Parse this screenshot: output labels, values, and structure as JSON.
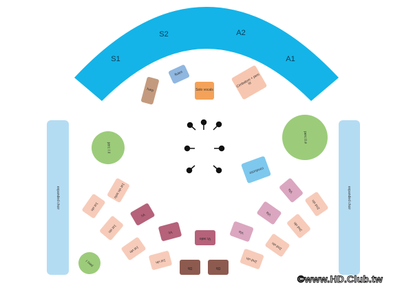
{
  "choir_sections": [
    "S1",
    "S2",
    "A2",
    "A1"
  ],
  "instruments": {
    "harp": "harp",
    "flutes": "flutes",
    "solo_vocals": "Solo vocals",
    "cimbalom": "Cimbalom + perc III",
    "conductor": "conductor",
    "perc1": "perc I #",
    "perc2": "perc II #",
    "perc1_small": "perc I",
    "expanded_choir": "expanded choir",
    "vln1": "1st vln",
    "vln1_solo": "1st vln solo",
    "vln2": "2nd vln",
    "vla": "Vla",
    "vc": "Vc",
    "vc_solo": "Vc solo",
    "db": "Db"
  },
  "colors": {
    "choir": "#14b4e8",
    "side_choir": "#b3dcf3",
    "vln": "#f7cbb9",
    "vc": "#b5627a",
    "vla": "#dba6c0",
    "db": "#8d5a4f",
    "perc": "#9ccc7a"
  },
  "watermark": "©www.HD.Club.tw"
}
